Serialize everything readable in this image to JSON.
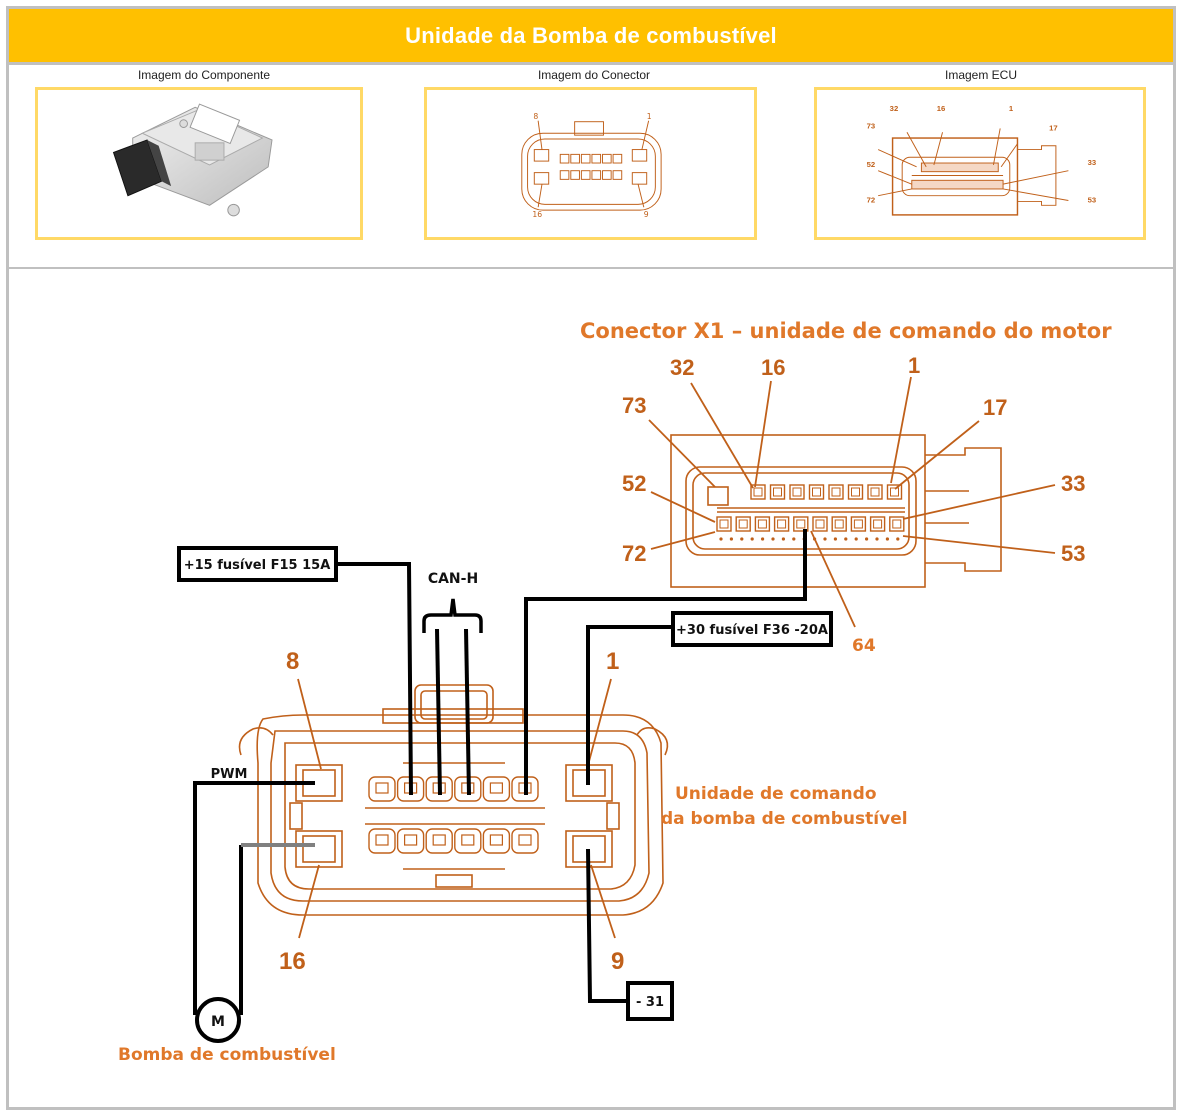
{
  "header": {
    "title": "Unidade da Bomba de combustível"
  },
  "colors": {
    "header_bg": "#ffc000",
    "image_border": "#ffd966",
    "frame": "#c0c0c0",
    "drawing": "#c0601a",
    "label_orange": "#e0782a",
    "wire": "#000000",
    "wire_gray": "#808080"
  },
  "images": [
    {
      "caption": "Imagem do Componente",
      "icon": "pump-control-module-photo"
    },
    {
      "caption": "Imagem do Conector",
      "icon": "connector-drawing",
      "pins": [
        "8",
        "1",
        "16",
        "9"
      ]
    },
    {
      "caption": "Imagem ECU",
      "icon": "ecu-connector-drawing",
      "pins": [
        "32",
        "16",
        "1",
        "73",
        "17",
        "52",
        "33",
        "72",
        "53"
      ]
    }
  ],
  "diagram": {
    "ecu_connector": {
      "title": "Conector X1 – unidade de comando do motor",
      "pins": {
        "p32": "32",
        "p16": "16",
        "p1": "1",
        "p73": "73",
        "p17": "17",
        "p52": "52",
        "p33": "33",
        "p72": "72",
        "p53": "53",
        "p64": "64"
      }
    },
    "pump_connector": {
      "title_line1": "Unidade de comando",
      "title_line2": "da bomba de combustível",
      "pins": {
        "p8": "8",
        "p1": "1",
        "p16": "16",
        "p9": "9"
      }
    },
    "labels": {
      "fuse15": "+15 fusível F15 15A",
      "fuse30": "+30 fusível F36 -20A",
      "ground": "- 31",
      "can": "CAN-H",
      "pwm": "PWM",
      "motor": "M",
      "pump": "Bomba de combustível"
    }
  }
}
